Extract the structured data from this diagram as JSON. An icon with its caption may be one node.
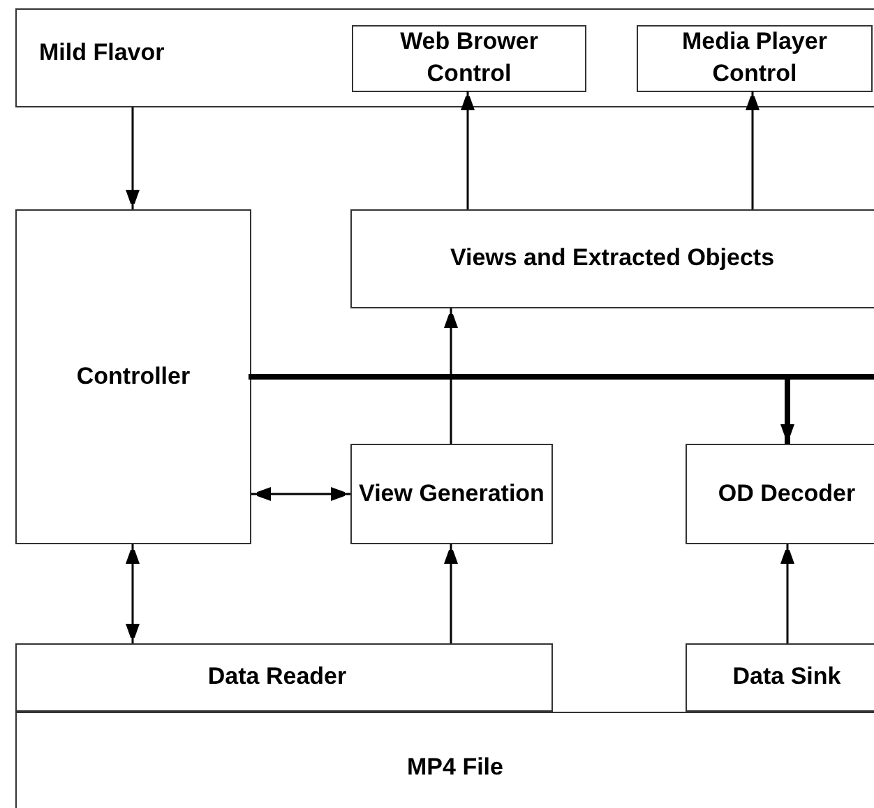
{
  "diagram": {
    "nodes": [
      {
        "text": [
          "Mild Flavor"
        ]
      },
      {
        "text": [
          "Web Brower Control"
        ],
        "in": 0
      },
      {
        "text": [
          "Media Player Control"
        ],
        "in": 0
      },
      {
        "text": [
          "Controller"
        ]
      },
      {
        "text": [
          "Views and Extracted Objects"
        ]
      },
      {
        "text": [
          "View Generation"
        ]
      },
      {
        "text": [
          "OD Decoder"
        ]
      },
      {
        "text": [
          "Data Reader"
        ]
      },
      {
        "text": [
          "Data Sink"
        ]
      },
      {
        "text": [
          "MP4 File"
        ]
      }
    ],
    "edges": [
      {
        "from": 0,
        "to": 3,
        "arrow": "to"
      },
      {
        "from": 4,
        "to": 1,
        "arrow": "to"
      },
      {
        "from": 4,
        "to": 2,
        "arrow": "to"
      },
      {
        "from": 5,
        "to": 4,
        "arrow": "to"
      },
      {
        "from": 3,
        "to": 5,
        "arrow": "both"
      },
      {
        "from": 3,
        "to": 7,
        "arrow": "both"
      },
      {
        "from": 7,
        "to": 5,
        "arrow": "to"
      },
      {
        "from": 8,
        "to": 6,
        "arrow": "to"
      },
      {
        "from": 3,
        "to": 6,
        "arrow": "to",
        "style": "thick"
      }
    ]
  }
}
